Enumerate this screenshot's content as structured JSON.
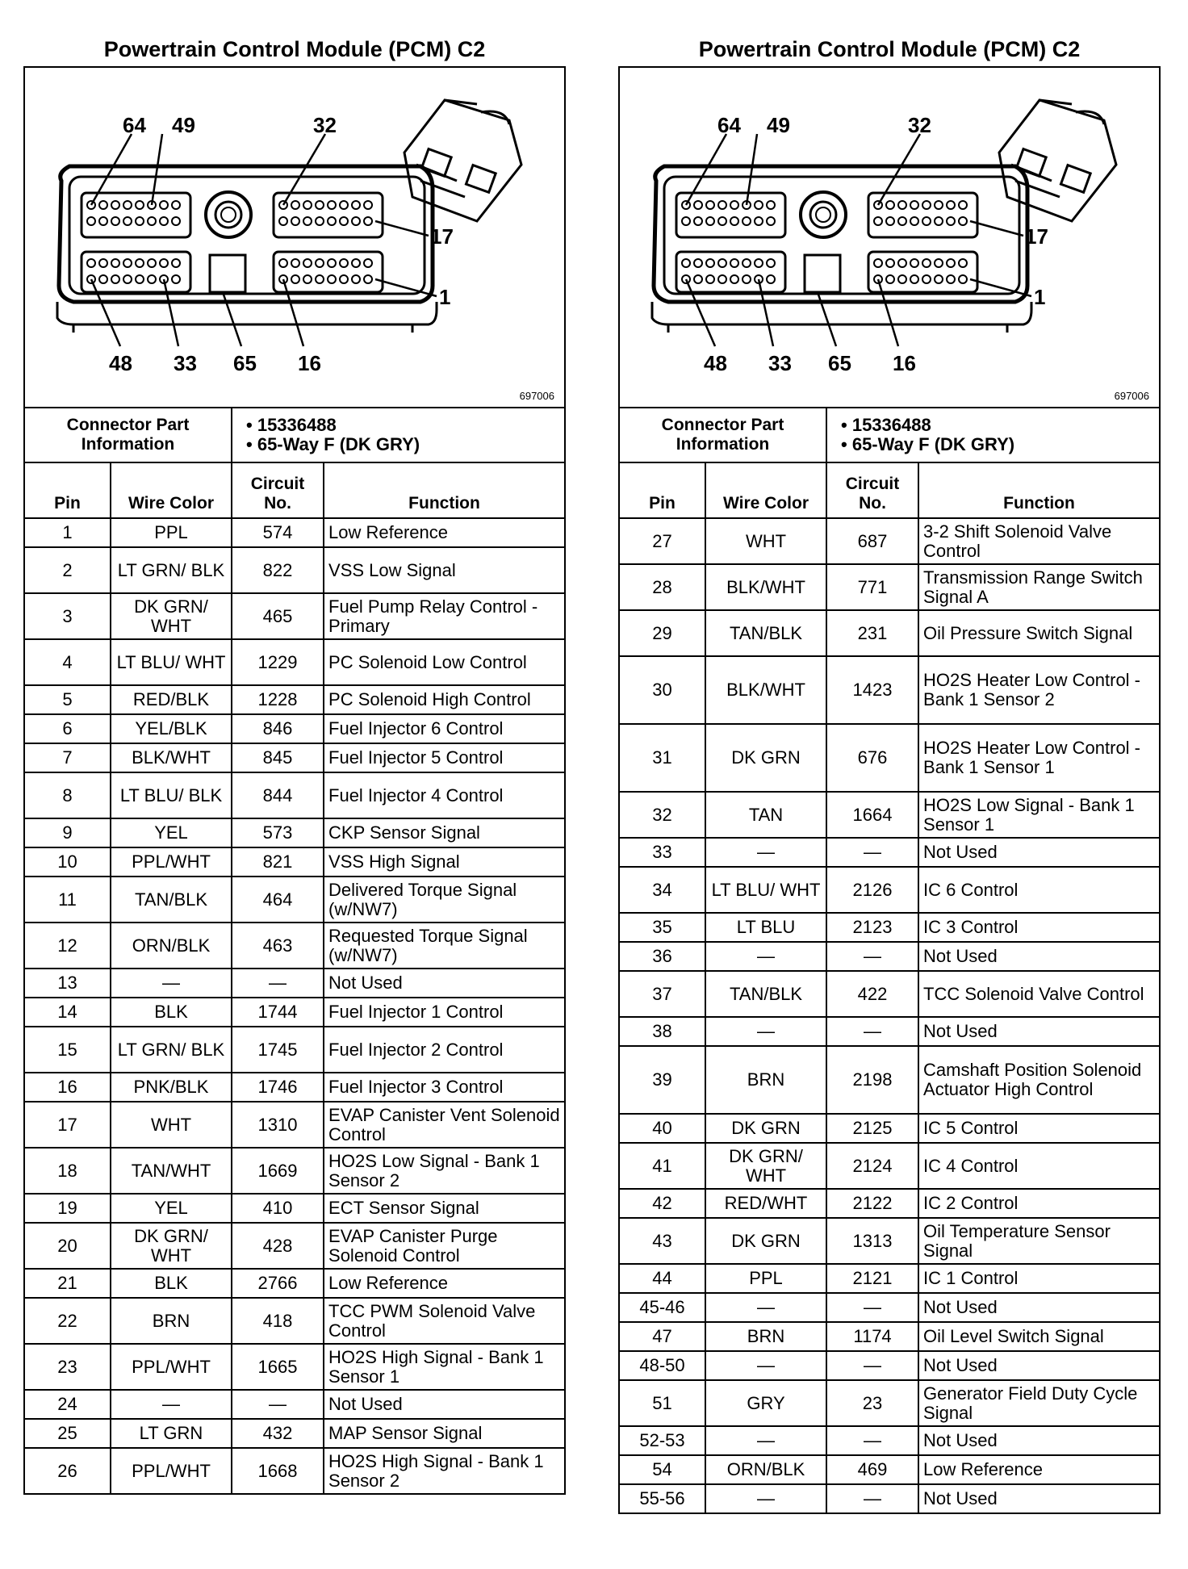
{
  "left": {
    "title": "Powertrain Control Module (PCM) C2",
    "figure_id": "697006",
    "callouts": {
      "p64": "64",
      "p49": "49",
      "p32": "32",
      "p17": "17",
      "p1": "1",
      "p48": "48",
      "p33": "33",
      "p65": "65",
      "p16": "16"
    },
    "connector_label": "Connector Part Information",
    "part_number": "• 15336488",
    "part_desc": "• 65-Way F (DK GRY)",
    "headers": {
      "pin": "Pin",
      "wire": "Wire Color",
      "circuit": "Circuit No.",
      "function": "Function"
    },
    "rows": [
      {
        "pin": "1",
        "wire": "PPL",
        "circuit": "574",
        "function": "Low Reference"
      },
      {
        "pin": "2",
        "wire": "LT GRN/ BLK",
        "circuit": "822",
        "function": "VSS Low Signal"
      },
      {
        "pin": "3",
        "wire": "DK GRN/ WHT",
        "circuit": "465",
        "function": "Fuel Pump Relay Control - Primary"
      },
      {
        "pin": "4",
        "wire": "LT BLU/ WHT",
        "circuit": "1229",
        "function": "PC Solenoid Low Control"
      },
      {
        "pin": "5",
        "wire": "RED/BLK",
        "circuit": "1228",
        "function": "PC Solenoid High Control"
      },
      {
        "pin": "6",
        "wire": "YEL/BLK",
        "circuit": "846",
        "function": "Fuel Injector 6 Control"
      },
      {
        "pin": "7",
        "wire": "BLK/WHT",
        "circuit": "845",
        "function": "Fuel Injector 5 Control"
      },
      {
        "pin": "8",
        "wire": "LT BLU/ BLK",
        "circuit": "844",
        "function": "Fuel Injector 4 Control"
      },
      {
        "pin": "9",
        "wire": "YEL",
        "circuit": "573",
        "function": "CKP Sensor Signal"
      },
      {
        "pin": "10",
        "wire": "PPL/WHT",
        "circuit": "821",
        "function": "VSS High Signal"
      },
      {
        "pin": "11",
        "wire": "TAN/BLK",
        "circuit": "464",
        "function": "Delivered Torque Signal (w/NW7)"
      },
      {
        "pin": "12",
        "wire": "ORN/BLK",
        "circuit": "463",
        "function": "Requested Torque Signal (w/NW7)"
      },
      {
        "pin": "13",
        "wire": "—",
        "circuit": "—",
        "function": "Not Used"
      },
      {
        "pin": "14",
        "wire": "BLK",
        "circuit": "1744",
        "function": "Fuel Injector 1 Control"
      },
      {
        "pin": "15",
        "wire": "LT GRN/ BLK",
        "circuit": "1745",
        "function": "Fuel Injector 2 Control"
      },
      {
        "pin": "16",
        "wire": "PNK/BLK",
        "circuit": "1746",
        "function": "Fuel Injector 3 Control"
      },
      {
        "pin": "17",
        "wire": "WHT",
        "circuit": "1310",
        "function": "EVAP Canister Vent Solenoid Control"
      },
      {
        "pin": "18",
        "wire": "TAN/WHT",
        "circuit": "1669",
        "function": "HO2S Low Signal - Bank 1 Sensor 2"
      },
      {
        "pin": "19",
        "wire": "YEL",
        "circuit": "410",
        "function": "ECT Sensor Signal"
      },
      {
        "pin": "20",
        "wire": "DK GRN/ WHT",
        "circuit": "428",
        "function": "EVAP Canister Purge Solenoid Control"
      },
      {
        "pin": "21",
        "wire": "BLK",
        "circuit": "2766",
        "function": "Low Reference"
      },
      {
        "pin": "22",
        "wire": "BRN",
        "circuit": "418",
        "function": "TCC PWM Solenoid Valve Control"
      },
      {
        "pin": "23",
        "wire": "PPL/WHT",
        "circuit": "1665",
        "function": "HO2S High Signal - Bank 1 Sensor 1"
      },
      {
        "pin": "24",
        "wire": "—",
        "circuit": "—",
        "function": "Not Used"
      },
      {
        "pin": "25",
        "wire": "LT GRN",
        "circuit": "432",
        "function": "MAP Sensor Signal"
      },
      {
        "pin": "26",
        "wire": "PPL/WHT",
        "circuit": "1668",
        "function": "HO2S High Signal - Bank 1 Sensor 2"
      }
    ]
  },
  "right": {
    "title": "Powertrain Control Module (PCM) C2",
    "figure_id": "697006",
    "callouts": {
      "p64": "64",
      "p49": "49",
      "p32": "32",
      "p17": "17",
      "p1": "1",
      "p48": "48",
      "p33": "33",
      "p65": "65",
      "p16": "16"
    },
    "connector_label": "Connector Part Information",
    "part_number": "• 15336488",
    "part_desc": "• 65-Way F (DK GRY)",
    "headers": {
      "pin": "Pin",
      "wire": "Wire Color",
      "circuit": "Circuit No.",
      "function": "Function"
    },
    "rows": [
      {
        "pin": "27",
        "wire": "WHT",
        "circuit": "687",
        "function": "3-2 Shift Solenoid Valve Control"
      },
      {
        "pin": "28",
        "wire": "BLK/WHT",
        "circuit": "771",
        "function": "Transmission Range Switch Signal A"
      },
      {
        "pin": "29",
        "wire": "TAN/BLK",
        "circuit": "231",
        "function": "Oil Pressure Switch Signal"
      },
      {
        "pin": "30",
        "wire": "BLK/WHT",
        "circuit": "1423",
        "function": "HO2S Heater Low Control - Bank 1 Sensor 2"
      },
      {
        "pin": "31",
        "wire": "DK GRN",
        "circuit": "676",
        "function": "HO2S Heater Low Control - Bank 1 Sensor 1"
      },
      {
        "pin": "32",
        "wire": "TAN",
        "circuit": "1664",
        "function": "HO2S Low Signal - Bank 1 Sensor 1"
      },
      {
        "pin": "33",
        "wire": "—",
        "circuit": "—",
        "function": "Not Used"
      },
      {
        "pin": "34",
        "wire": "LT BLU/ WHT",
        "circuit": "2126",
        "function": "IC 6 Control"
      },
      {
        "pin": "35",
        "wire": "LT BLU",
        "circuit": "2123",
        "function": "IC 3 Control"
      },
      {
        "pin": "36",
        "wire": "—",
        "circuit": "—",
        "function": "Not Used"
      },
      {
        "pin": "37",
        "wire": "TAN/BLK",
        "circuit": "422",
        "function": "TCC Solenoid Valve Control"
      },
      {
        "pin": "38",
        "wire": "—",
        "circuit": "—",
        "function": "Not Used"
      },
      {
        "pin": "39",
        "wire": "BRN",
        "circuit": "2198",
        "function": "Camshaft Position Solenoid Actuator High Control"
      },
      {
        "pin": "40",
        "wire": "DK GRN",
        "circuit": "2125",
        "function": "IC 5 Control"
      },
      {
        "pin": "41",
        "wire": "DK GRN/ WHT",
        "circuit": "2124",
        "function": "IC 4 Control"
      },
      {
        "pin": "42",
        "wire": "RED/WHT",
        "circuit": "2122",
        "function": "IC 2 Control"
      },
      {
        "pin": "43",
        "wire": "DK GRN",
        "circuit": "1313",
        "function": "Oil Temperature Sensor Signal"
      },
      {
        "pin": "44",
        "wire": "PPL",
        "circuit": "2121",
        "function": "IC 1 Control"
      },
      {
        "pin": "45-46",
        "wire": "—",
        "circuit": "—",
        "function": "Not Used"
      },
      {
        "pin": "47",
        "wire": "BRN",
        "circuit": "1174",
        "function": "Oil Level Switch Signal"
      },
      {
        "pin": "48-50",
        "wire": "—",
        "circuit": "—",
        "function": "Not Used"
      },
      {
        "pin": "51",
        "wire": "GRY",
        "circuit": "23",
        "function": "Generator Field Duty Cycle Signal"
      },
      {
        "pin": "52-53",
        "wire": "—",
        "circuit": "—",
        "function": "Not Used"
      },
      {
        "pin": "54",
        "wire": "ORN/BLK",
        "circuit": "469",
        "function": "Low Reference"
      },
      {
        "pin": "55-56",
        "wire": "—",
        "circuit": "—",
        "function": "Not Used"
      }
    ]
  }
}
